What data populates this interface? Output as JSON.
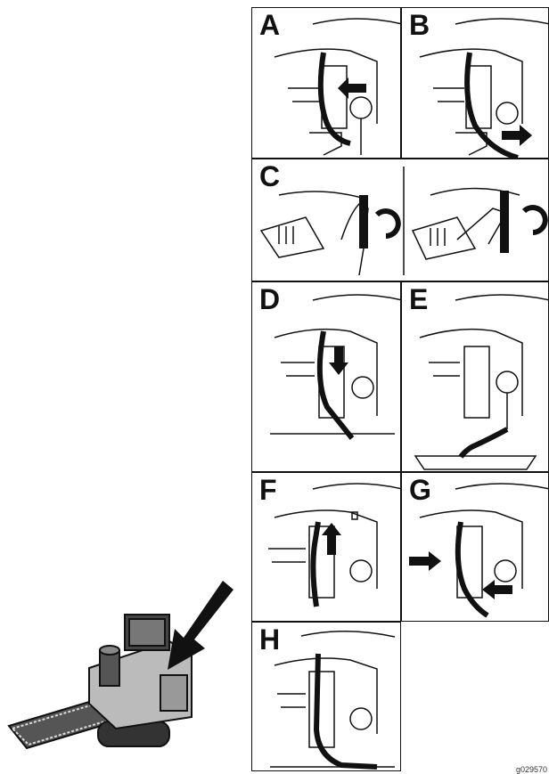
{
  "panels": [
    {
      "id": "A",
      "label": "A"
    },
    {
      "id": "B",
      "label": "B"
    },
    {
      "id": "C",
      "label": "C"
    },
    {
      "id": "D",
      "label": "D"
    },
    {
      "id": "E",
      "label": "E"
    },
    {
      "id": "F",
      "label": "F"
    },
    {
      "id": "G",
      "label": "G"
    },
    {
      "id": "H",
      "label": "H"
    }
  ],
  "figure_ref": "g029570"
}
